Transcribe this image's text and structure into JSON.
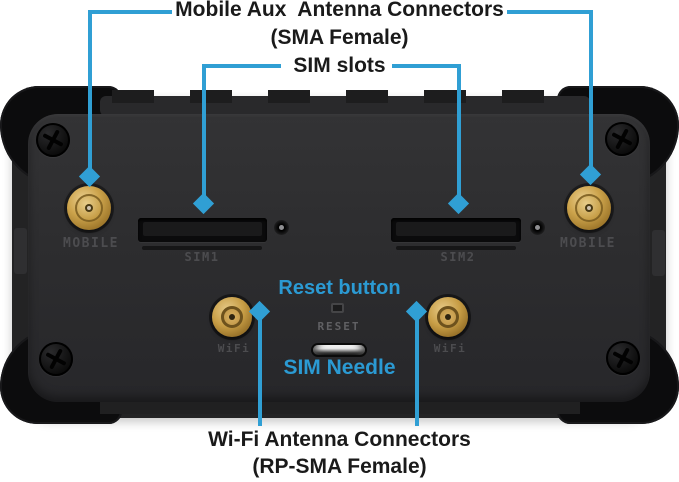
{
  "title": "Router back panel connector diagram",
  "colors": {
    "background": "#ffffff",
    "annotation_line_blue": "#309fd4",
    "annotation_text_blue": "#2b9ad3",
    "annotation_text_black": "#1a1a1a",
    "device_body": "#2d2d2f",
    "device_bumper": "#0c0c0d",
    "engraved_label_gray": "#4c4c4f",
    "gold_connector": "#c79d45"
  },
  "callouts": {
    "mobile_aux_line1": "Mobile Aux  Antenna Connectors",
    "mobile_aux_line2": "(SMA Female)",
    "sim_slots": "SIM slots",
    "reset_button": "Reset button",
    "sim_needle": "SIM Needle",
    "wifi_line1": "Wi-Fi Antenna Connectors",
    "wifi_line2": "(RP-SMA Female)"
  },
  "device_labels": {
    "mobile_left": "MOBILE",
    "mobile_right": "MOBILE",
    "sim1": "SIM1",
    "sim2": "SIM2",
    "wifi_left": "WiFi",
    "wifi_right": "WiFi",
    "reset": "RESET"
  },
  "icons": {
    "callout_arrow": "diamond-arrowhead",
    "corner_screw": "phillips-cross"
  }
}
